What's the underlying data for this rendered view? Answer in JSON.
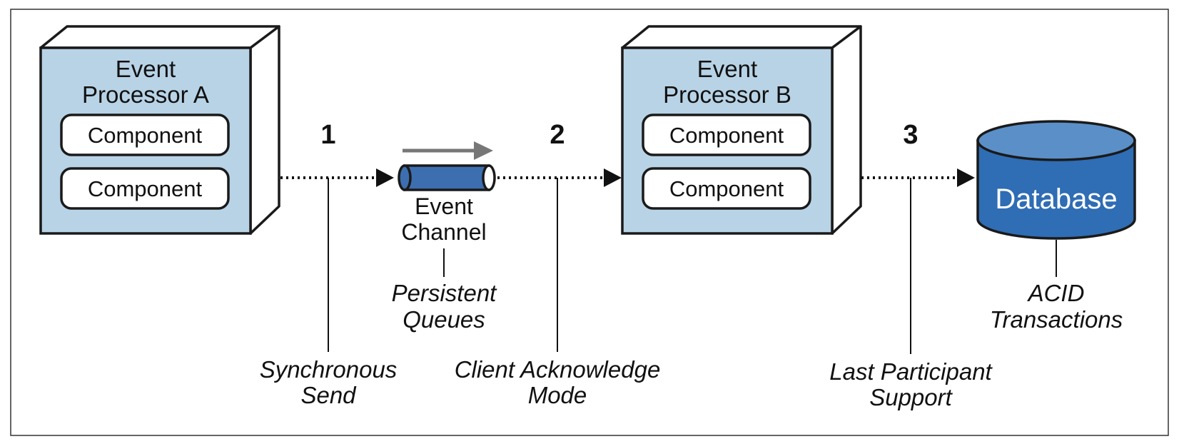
{
  "processor_a": {
    "title_line1": "Event",
    "title_line2": "Processor A",
    "components": [
      "Component",
      "Component"
    ]
  },
  "processor_b": {
    "title_line1": "Event",
    "title_line2": "Processor B",
    "components": [
      "Component",
      "Component"
    ]
  },
  "channel": {
    "line1": "Event",
    "line2": "Channel",
    "note_line1": "Persistent",
    "note_line2": "Queues"
  },
  "database": {
    "label": "Database",
    "note_line1": "ACID",
    "note_line2": "Transactions"
  },
  "steps": [
    {
      "number": "1",
      "note_line1": "Synchronous",
      "note_line2": "Send"
    },
    {
      "number": "2",
      "note_line1": "Client Acknowledge",
      "note_line2": "Mode"
    },
    {
      "number": "3",
      "note_line1": "Last Participant",
      "note_line2": "Support"
    }
  ],
  "colors": {
    "box_fill": "#b8d3e6",
    "pipe_blue": "#3d6fb0",
    "db_side": "#2f6db4",
    "db_top": "#5b8fc8",
    "arrow_gray": "#777777",
    "outline": "#1a1a1a"
  }
}
